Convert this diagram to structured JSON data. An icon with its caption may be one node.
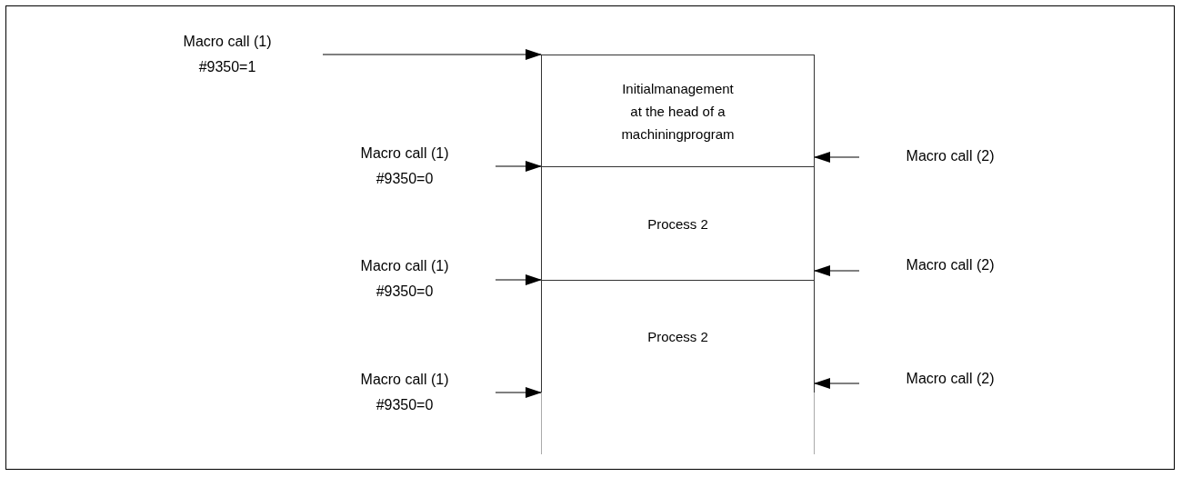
{
  "diagram": {
    "nodes": [
      {
        "text": [
          "Macro call (1)",
          "#9350=1"
        ]
      },
      {
        "text": [
          "Initialmanagement at the head of a machiningprogram"
        ]
      },
      {
        "text": [
          "Macro call (1)",
          "#9350=0"
        ]
      },
      {
        "text": [
          "Macro call (2)"
        ]
      },
      {
        "text": [
          "Process 2"
        ]
      },
      {
        "text": [
          "Macro call (1)",
          "#9350=0"
        ]
      },
      {
        "text": [
          "Macro call (2)"
        ]
      },
      {
        "text": [
          "Process 2"
        ]
      },
      {
        "text": [
          "Macro call (1)",
          "#9350=0"
        ]
      },
      {
        "text": [
          "Macro call (2)"
        ]
      },
      {
        "text": [],
        "shape": "box"
      }
    ],
    "edges": [
      {
        "from": 0,
        "to": 1,
        "arrow": "to"
      },
      {
        "from": 2,
        "to": 4,
        "arrow": "to"
      },
      {
        "from": 3,
        "to": 1,
        "arrow": "to"
      },
      {
        "from": 5,
        "to": 7,
        "arrow": "to"
      },
      {
        "from": 6,
        "to": 4,
        "arrow": "to"
      },
      {
        "from": 8,
        "to": 10,
        "arrow": "to"
      },
      {
        "from": 9,
        "to": 7,
        "arrow": "to"
      }
    ]
  }
}
